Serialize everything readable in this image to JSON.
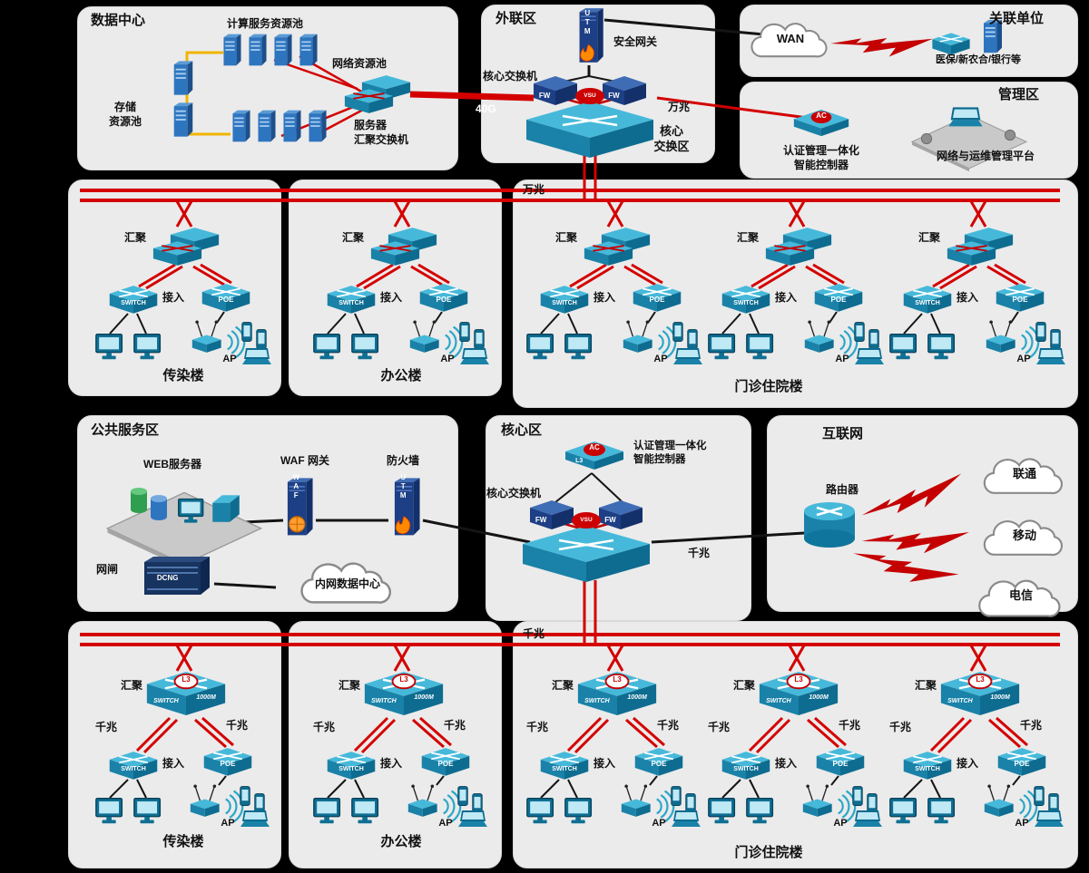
{
  "panels": {
    "data_center": {
      "title": "数据中心",
      "compute_pool": "计算服务资源池",
      "network_pool": "网络资源池",
      "storage_pool_line1": "存储",
      "storage_pool_line2": "资源池",
      "server_agg_line1": "服务器",
      "server_agg_line2": "汇聚交换机",
      "link_40g": "40G"
    },
    "external_zone": {
      "title": "外联区",
      "security_gateway": "安全网关",
      "core_switch": "核心交换机",
      "core_area_line1": "核心",
      "core_area_line2": "交换区",
      "link_10g": "万兆"
    },
    "associated_units": {
      "title": "关联单位",
      "wan": "WAN",
      "members": "医保/新农合/银行等"
    },
    "management_zone": {
      "title": "管理区",
      "controller_line1": "认证管理一体化",
      "controller_line2": "智能控制器",
      "platform": "网络与运维管理平台"
    },
    "public_service": {
      "title": "公共服务区",
      "web_server": "WEB服务器",
      "waf_gateway": "WAF 网关",
      "firewall": "防火墙",
      "gatekeeper": "网闸",
      "intranet_dc": "内网数据中心"
    },
    "core_zone": {
      "title": "核心区",
      "controller_line1": "认证管理一体化",
      "controller_line2": "智能控制器",
      "core_switch": "核心交换机",
      "link_1g": "千兆"
    },
    "internet_zone": {
      "title": "互联网",
      "router": "路由器",
      "isps": [
        "联通",
        "移动",
        "电信"
      ]
    }
  },
  "bus": {
    "top_speed": "万兆",
    "bottom_speed": "千兆"
  },
  "buildings": {
    "top": [
      "传染楼",
      "办公楼",
      "门诊住院楼"
    ],
    "bottom": [
      "传染楼",
      "办公楼",
      "门诊住院楼"
    ]
  },
  "tree_labels": {
    "aggregation": "汇聚",
    "access": "接入",
    "ap": "AP",
    "gigabit": "千兆"
  },
  "device_labels": {
    "utm": "UTM",
    "fw": "FW",
    "vsu": "VSU",
    "switch": "SWITCH",
    "poe": "POE",
    "ac": "AC",
    "l3": "L3",
    "waf": "WAF",
    "dcng": "DCNG",
    "m1000": "1000M"
  },
  "colors": {
    "bus_red": "#d40000",
    "line_black": "#141414",
    "link_yellow": "#f0b400",
    "device_teal": "#1a82a8",
    "panel_gray": "#ebebeb"
  }
}
